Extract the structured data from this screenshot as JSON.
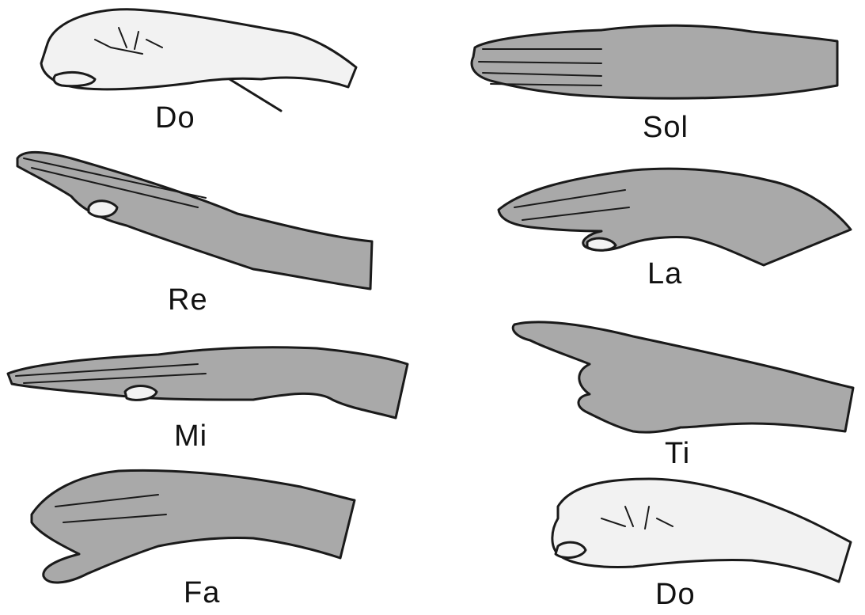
{
  "colors": {
    "background": "#ffffff",
    "hand_fill_gray": "#a9a9a9",
    "hand_fill_light": "#f2f2f2",
    "outline": "#1a1a1a",
    "text": "#111111"
  },
  "signs": [
    {
      "syllable": "Do",
      "icon": "fist-hand-icon"
    },
    {
      "syllable": "Re",
      "icon": "slanted-flat-hand-icon"
    },
    {
      "syllable": "Mi",
      "icon": "flat-hand-horizontal-icon"
    },
    {
      "syllable": "Fa",
      "icon": "thumb-down-hand-icon"
    },
    {
      "syllable": "Sol",
      "icon": "open-palm-hand-icon"
    },
    {
      "syllable": "La",
      "icon": "drooping-hand-icon"
    },
    {
      "syllable": "Ti",
      "icon": "pointing-hand-icon"
    },
    {
      "syllable": "Do",
      "icon": "fist-hand-icon"
    }
  ]
}
